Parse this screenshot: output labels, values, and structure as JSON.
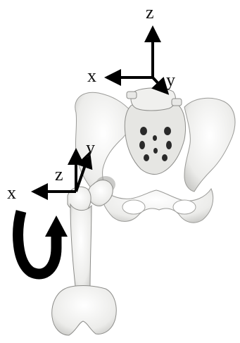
{
  "figure": {
    "pelvis_frame": {
      "z_label": "z",
      "x_label": "x",
      "y_label": "y"
    },
    "femur_frame": {
      "z_label": "z",
      "x_label": "x",
      "y_label": "y"
    },
    "rotation_arrow_icon": "curved-rotation-arrow"
  },
  "colors": {
    "bone": "#f4f4f2",
    "bone_shadow": "#c9c9c6",
    "bone_outline": "#8d8d8a",
    "axis": "#000000",
    "rotation_arrow": "#000000",
    "hole": "#2a2a2a"
  }
}
